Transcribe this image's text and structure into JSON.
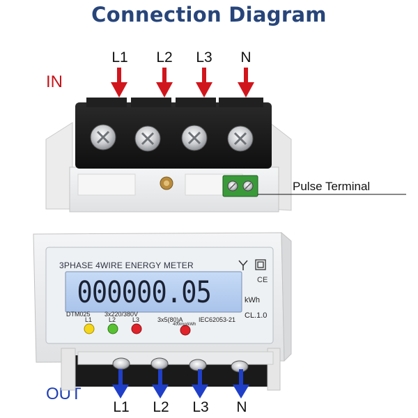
{
  "title": "Connection Diagram",
  "in_label": "IN",
  "out_label": "OUT",
  "top_phases": [
    "L1",
    "L2",
    "L3",
    "N"
  ],
  "bottom_phases": [
    "L1",
    "L2",
    "L3",
    "N"
  ],
  "pulse_terminal_label": "Pulse Terminal",
  "meter": {
    "caption": "3PHASE 4WIRE ENERGY METER",
    "reading": "000000.05",
    "unit": "kWh",
    "accuracy_class": "CL.1.0",
    "model": "DTM025",
    "voltage": "3x220/380V",
    "current": "3x5(80)A",
    "standard": "IEC62053-21",
    "pulse_rate": "400imp/kWh",
    "led_labels": [
      "L1",
      "L2",
      "L3"
    ],
    "ce_mark": "CE"
  },
  "colors": {
    "title": "#27457a",
    "in_arrow": "#d0161c",
    "out_arrow": "#1f3fc8",
    "lcd": "#b6cff0",
    "led_yellow": "#f5d61a",
    "led_green": "#58c132",
    "led_red": "#e0222a"
  },
  "icons": [
    "down-arrow-icon",
    "screw-icon",
    "ce-mark-icon",
    "double-square-icon",
    "y-symbol-icon"
  ]
}
